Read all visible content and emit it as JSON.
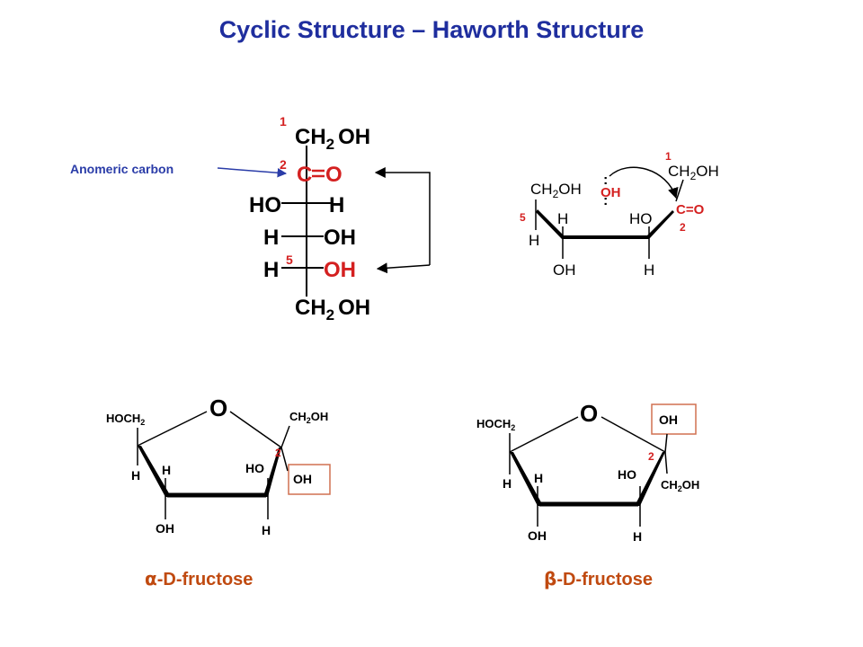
{
  "title": "Cyclic Structure – Haworth Structure",
  "colors": {
    "title": "#1f2e9e",
    "highlight": "#d42020",
    "arrow": "#2a3ca8",
    "label": "#c04a10",
    "box": "#d07050"
  },
  "annotation": {
    "anomeric": "Anomeric carbon"
  },
  "fischer": {
    "c1": "1",
    "c2": "2",
    "c5": "5",
    "row1": "CH",
    "row1_sub": "2",
    "row1_oh": "OH",
    "carbonyl_c": "C",
    "carbonyl_o": "O",
    "row3_left": "HO",
    "row3_right": "H",
    "row4_left": "H",
    "row4_right": "OH",
    "row5_left": "H",
    "row5_right": "OH",
    "row6": "CH",
    "row6_sub": "2",
    "row6_oh": "OH"
  },
  "open_ring": {
    "c1": "1",
    "c2": "2",
    "c5": "5",
    "ch2oh_left": "CH",
    "ch2oh_left_sub": "2",
    "ch2oh_left_oh": "OH",
    "ch2oh_right": "CH",
    "ch2oh_right_sub": "2",
    "ch2oh_right_oh": "OH",
    "oh_attack": "OH",
    "carbonyl": "C=O",
    "h_c5": "H",
    "h_c4": "H",
    "ho_c3": "HO",
    "oh_c4": "OH",
    "h_c3": "H"
  },
  "alpha": {
    "ring_o": "O",
    "hoch2": "HOCH",
    "hoch2_sub": "2",
    "ch2oh": "CH",
    "ch2oh_sub": "2",
    "ch2oh_oh": "OH",
    "c2": "2",
    "h_left": "H",
    "h_c4": "H",
    "ho_c3": "HO",
    "oh_c2": "OH",
    "oh_c4": "OH",
    "h_c3": "H",
    "name_greek": "α",
    "name": "-D-fructose"
  },
  "beta": {
    "ring_o": "O",
    "hoch2": "HOCH",
    "hoch2_sub": "2",
    "oh_top": "OH",
    "c2": "2",
    "h_left": "H",
    "h_c4": "H",
    "ho_c3": "HO",
    "ch2oh": "CH",
    "ch2oh_sub": "2",
    "ch2oh_oh": "OH",
    "oh_c4": "OH",
    "h_c3": "H",
    "name_greek": "β",
    "name": "-D-fructose"
  }
}
